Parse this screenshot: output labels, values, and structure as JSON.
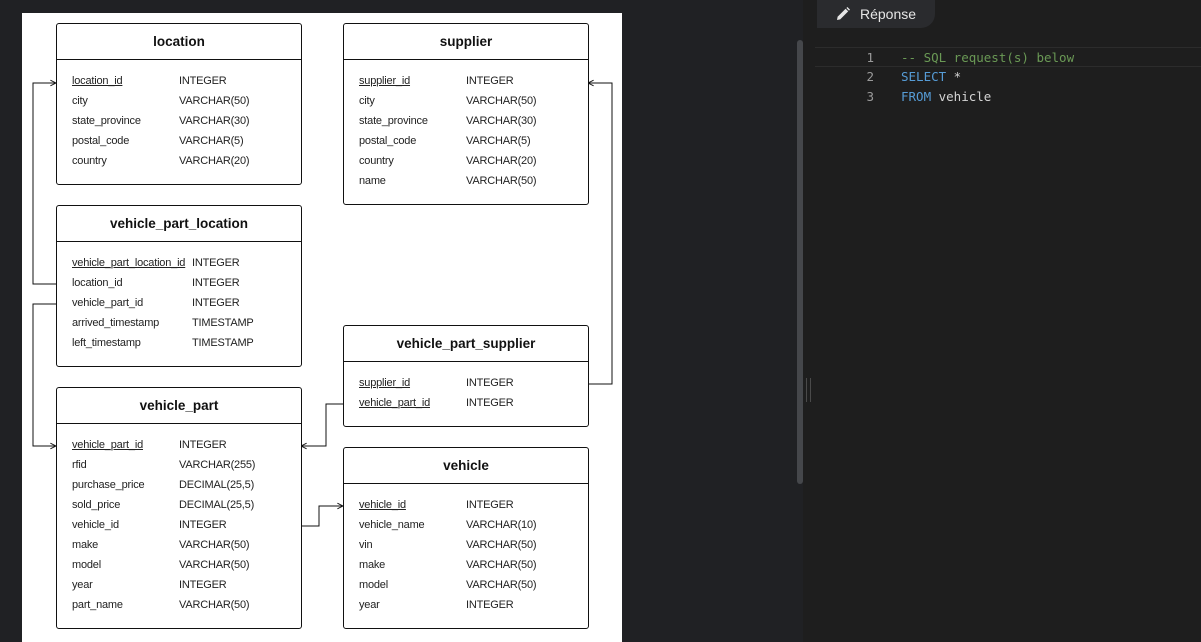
{
  "diagram": {
    "tables": [
      {
        "id": "location",
        "title": "location",
        "name_w": 107,
        "columns": [
          {
            "name": "location_id",
            "type": "INTEGER",
            "pk": true
          },
          {
            "name": "city",
            "type": "VARCHAR(50)"
          },
          {
            "name": "state_province",
            "type": "VARCHAR(30)"
          },
          {
            "name": "postal_code",
            "type": "VARCHAR(5)"
          },
          {
            "name": "country",
            "type": "VARCHAR(20)"
          }
        ]
      },
      {
        "id": "supplier",
        "title": "supplier",
        "name_w": 107,
        "columns": [
          {
            "name": "supplier_id",
            "type": "INTEGER",
            "pk": true
          },
          {
            "name": "city",
            "type": "VARCHAR(50)"
          },
          {
            "name": "state_province",
            "type": "VARCHAR(30)"
          },
          {
            "name": "postal_code",
            "type": "VARCHAR(5)"
          },
          {
            "name": "country",
            "type": "VARCHAR(20)"
          },
          {
            "name": "name",
            "type": "VARCHAR(50)"
          }
        ]
      },
      {
        "id": "vehicle_part_location",
        "title": "vehicle_part_location",
        "name_w": 120,
        "columns": [
          {
            "name": "vehicle_part_location_id",
            "type": "INTEGER",
            "pk": true
          },
          {
            "name": "location_id",
            "type": "INTEGER"
          },
          {
            "name": "vehicle_part_id",
            "type": "INTEGER"
          },
          {
            "name": "arrived_timestamp",
            "type": "TIMESTAMP"
          },
          {
            "name": "left_timestamp",
            "type": "TIMESTAMP"
          }
        ]
      },
      {
        "id": "vehicle_part_supplier",
        "title": "vehicle_part_supplier",
        "name_w": 107,
        "columns": [
          {
            "name": "supplier_id",
            "type": "INTEGER",
            "pk": true
          },
          {
            "name": "vehicle_part_id",
            "type": "INTEGER",
            "pk": true
          }
        ]
      },
      {
        "id": "vehicle_part",
        "title": "vehicle_part",
        "name_w": 107,
        "columns": [
          {
            "name": "vehicle_part_id",
            "type": "INTEGER",
            "pk": true
          },
          {
            "name": "rfid",
            "type": "VARCHAR(255)"
          },
          {
            "name": "purchase_price",
            "type": "DECIMAL(25,5)"
          },
          {
            "name": "sold_price",
            "type": "DECIMAL(25,5)"
          },
          {
            "name": "vehicle_id",
            "type": "INTEGER"
          },
          {
            "name": "make",
            "type": "VARCHAR(50)"
          },
          {
            "name": "model",
            "type": "VARCHAR(50)"
          },
          {
            "name": "year",
            "type": "INTEGER"
          },
          {
            "name": "part_name",
            "type": "VARCHAR(50)"
          }
        ]
      },
      {
        "id": "vehicle",
        "title": "vehicle",
        "name_w": 107,
        "columns": [
          {
            "name": "vehicle_id",
            "type": "INTEGER",
            "pk": true
          },
          {
            "name": "vehicle_name",
            "type": "VARCHAR(10)"
          },
          {
            "name": "vin",
            "type": "VARCHAR(50)"
          },
          {
            "name": "make",
            "type": "VARCHAR(50)"
          },
          {
            "name": "model",
            "type": "VARCHAR(50)"
          },
          {
            "name": "year",
            "type": "INTEGER"
          }
        ]
      }
    ]
  },
  "tab": {
    "label": "Réponse",
    "icon": "pencil-icon"
  },
  "editor": {
    "lines": [
      {
        "number": "1",
        "tokens": [
          {
            "text": "-- SQL request(s) below",
            "kind": "comment"
          }
        ]
      },
      {
        "number": "2",
        "tokens": [
          {
            "text": "SELECT",
            "kind": "keyword"
          },
          {
            "text": " *",
            "kind": "plain"
          }
        ]
      },
      {
        "number": "3",
        "tokens": [
          {
            "text": "FROM",
            "kind": "keyword"
          },
          {
            "text": " vehicle",
            "kind": "plain"
          }
        ]
      }
    ]
  },
  "colors": {
    "comment": "#6a9955",
    "keyword": "#569cd6",
    "plain": "#d4d4d4"
  }
}
